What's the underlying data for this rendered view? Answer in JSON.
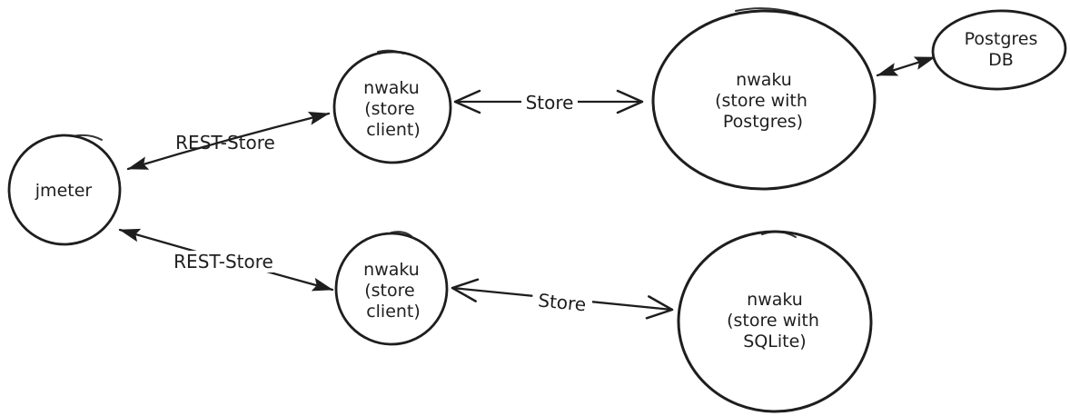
{
  "diagram": {
    "background": "#ffffff",
    "stroke_color": "#1e1e1e",
    "style": "hand-drawn sketch",
    "nodes": {
      "jmeter": {
        "shape": "ellipse",
        "lines": [
          "jmeter"
        ]
      },
      "client_top": {
        "shape": "ellipse",
        "lines": [
          "nwaku",
          "(store",
          "client)"
        ]
      },
      "store_postgres": {
        "shape": "ellipse",
        "lines": [
          "nwaku",
          "(store with",
          "Postgres)"
        ]
      },
      "postgres_db": {
        "shape": "ellipse",
        "lines": [
          "Postgres",
          "DB"
        ]
      },
      "client_bottom": {
        "shape": "ellipse",
        "lines": [
          "nwaku",
          "(store",
          "client)"
        ]
      },
      "store_sqlite": {
        "shape": "ellipse",
        "lines": [
          "nwaku",
          "(store with",
          "SQLite)"
        ]
      }
    },
    "edges": {
      "rest_store_top": {
        "label": "REST-Store",
        "from": "jmeter",
        "to": "client_top",
        "arrow": "double-filled"
      },
      "store_top": {
        "label": "Store",
        "from": "client_top",
        "to": "store_postgres",
        "arrow": "double-open"
      },
      "db_link": {
        "label": "",
        "from": "store_postgres",
        "to": "postgres_db",
        "arrow": "double-filled"
      },
      "rest_store_bottom": {
        "label": "REST-Store",
        "from": "jmeter",
        "to": "client_bottom",
        "arrow": "double-filled"
      },
      "store_bottom": {
        "label": "Store",
        "from": "client_bottom",
        "to": "store_sqlite",
        "arrow": "double-open"
      }
    }
  }
}
